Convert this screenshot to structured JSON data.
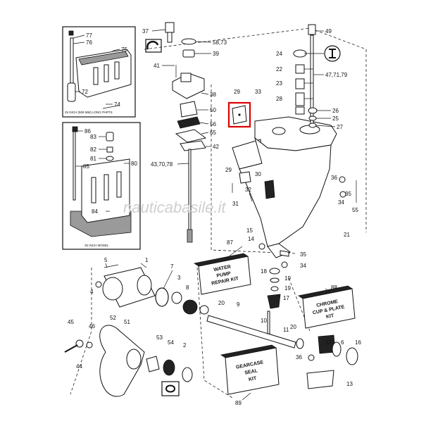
{
  "watermark": "nauticabasile.it",
  "inset_notes": {
    "top": "25 INCH (508 MM) LONG PARTS",
    "bottom": "25 INCH MODEL"
  },
  "kits": {
    "water_pump": [
      "WATER",
      "PUMP",
      "REPAIR KIT"
    ],
    "chrome": [
      "CHROME",
      "CUP & PLATE",
      "KIT"
    ],
    "gearcase": [
      "GEARCASE",
      "SEAL",
      "KIT"
    ]
  },
  "callouts": {
    "c37": "37",
    "c5873": "58,73",
    "c39": "39",
    "c41": "41",
    "c38": "38",
    "c50": "50",
    "c56": "56",
    "c65": "65",
    "c42": "42",
    "c437078": "43,70,78",
    "c29a": "29",
    "c33": "33",
    "c49": "49",
    "c24": "24",
    "c22": "22",
    "c477179": "47,71,79",
    "c23": "23",
    "c28": "28",
    "c26": "26",
    "c25": "25",
    "c27": "27",
    "c29b": "29",
    "c30": "30",
    "c32": "32",
    "c31": "31",
    "c36a": "36",
    "c35a": "35",
    "c34a": "34",
    "c55": "55",
    "c21": "21",
    "c15": "15",
    "c14": "14",
    "c35b": "35",
    "c34b": "34",
    "c77": "77",
    "c76": "76",
    "c75": "75",
    "c72": "72",
    "c74": "74",
    "c86": "86",
    "c83": "83",
    "c82": "82",
    "c81": "81",
    "c80": "80",
    "c85": "85",
    "c84": "84",
    "c87": "87",
    "c88": "88",
    "c89": "89",
    "c5": "5",
    "c1": "1",
    "c4": "4",
    "c7": "7",
    "c3": "3",
    "c8": "8",
    "c20a": "20",
    "c9": "9",
    "c18": "18",
    "c19a": "19",
    "c19b": "19",
    "c17": "17",
    "c10": "10",
    "c11": "11",
    "c20b": "20",
    "c45": "45",
    "c46": "46",
    "c52": "52",
    "c51": "51",
    "c44": "44",
    "c53": "53",
    "c54": "54",
    "c2": "2",
    "c12": "12",
    "c6": "6",
    "c16": "16",
    "c36b": "36",
    "c13": "13"
  }
}
